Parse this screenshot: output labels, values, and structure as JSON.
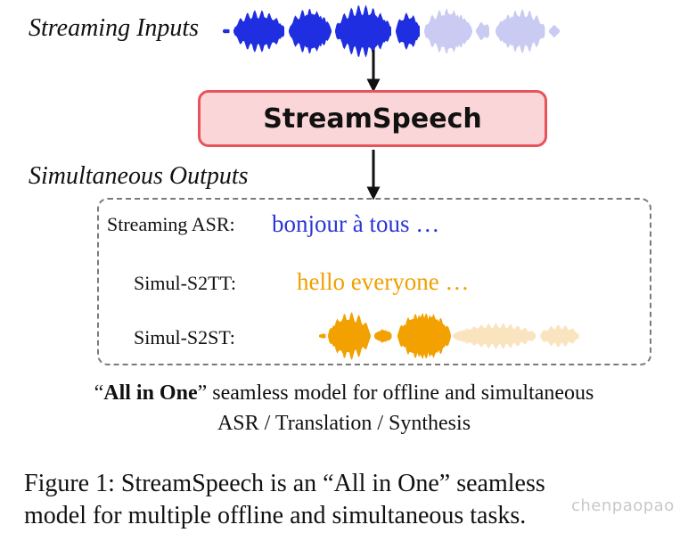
{
  "labels": {
    "streaming_inputs": "Streaming Inputs",
    "simultaneous_outputs": "Simultaneous Outputs"
  },
  "model": {
    "name": "StreamSpeech"
  },
  "outputs": {
    "asr": {
      "label": "Streaming ASR:",
      "text": "bonjour à tous …"
    },
    "s2tt": {
      "label": "Simul-S2TT:",
      "text": "hello everyone …"
    },
    "s2st": {
      "label": "Simul-S2ST:"
    }
  },
  "caption": {
    "open_quote": "“",
    "bold": "All in One",
    "rest_line1": "” seamless model for offline and simultaneous",
    "line2": "ASR / Translation / Synthesis"
  },
  "figure_caption": {
    "line1": "Figure 1: StreamSpeech is an “All in One” seamless",
    "line2": "model for multiple offline and simultaneous tasks."
  },
  "watermark": "chenpaopao",
  "colors": {
    "input_wave_dark": "#1f2ee0",
    "input_wave_light": "#c9cbf3",
    "output_wave_dark": "#f2a100",
    "output_wave_light": "#fae3bf",
    "box_border": "#e8525a",
    "box_fill": "#fbd6d8",
    "asr_text": "#2a36d6",
    "s2tt_text": "#f0a000"
  }
}
